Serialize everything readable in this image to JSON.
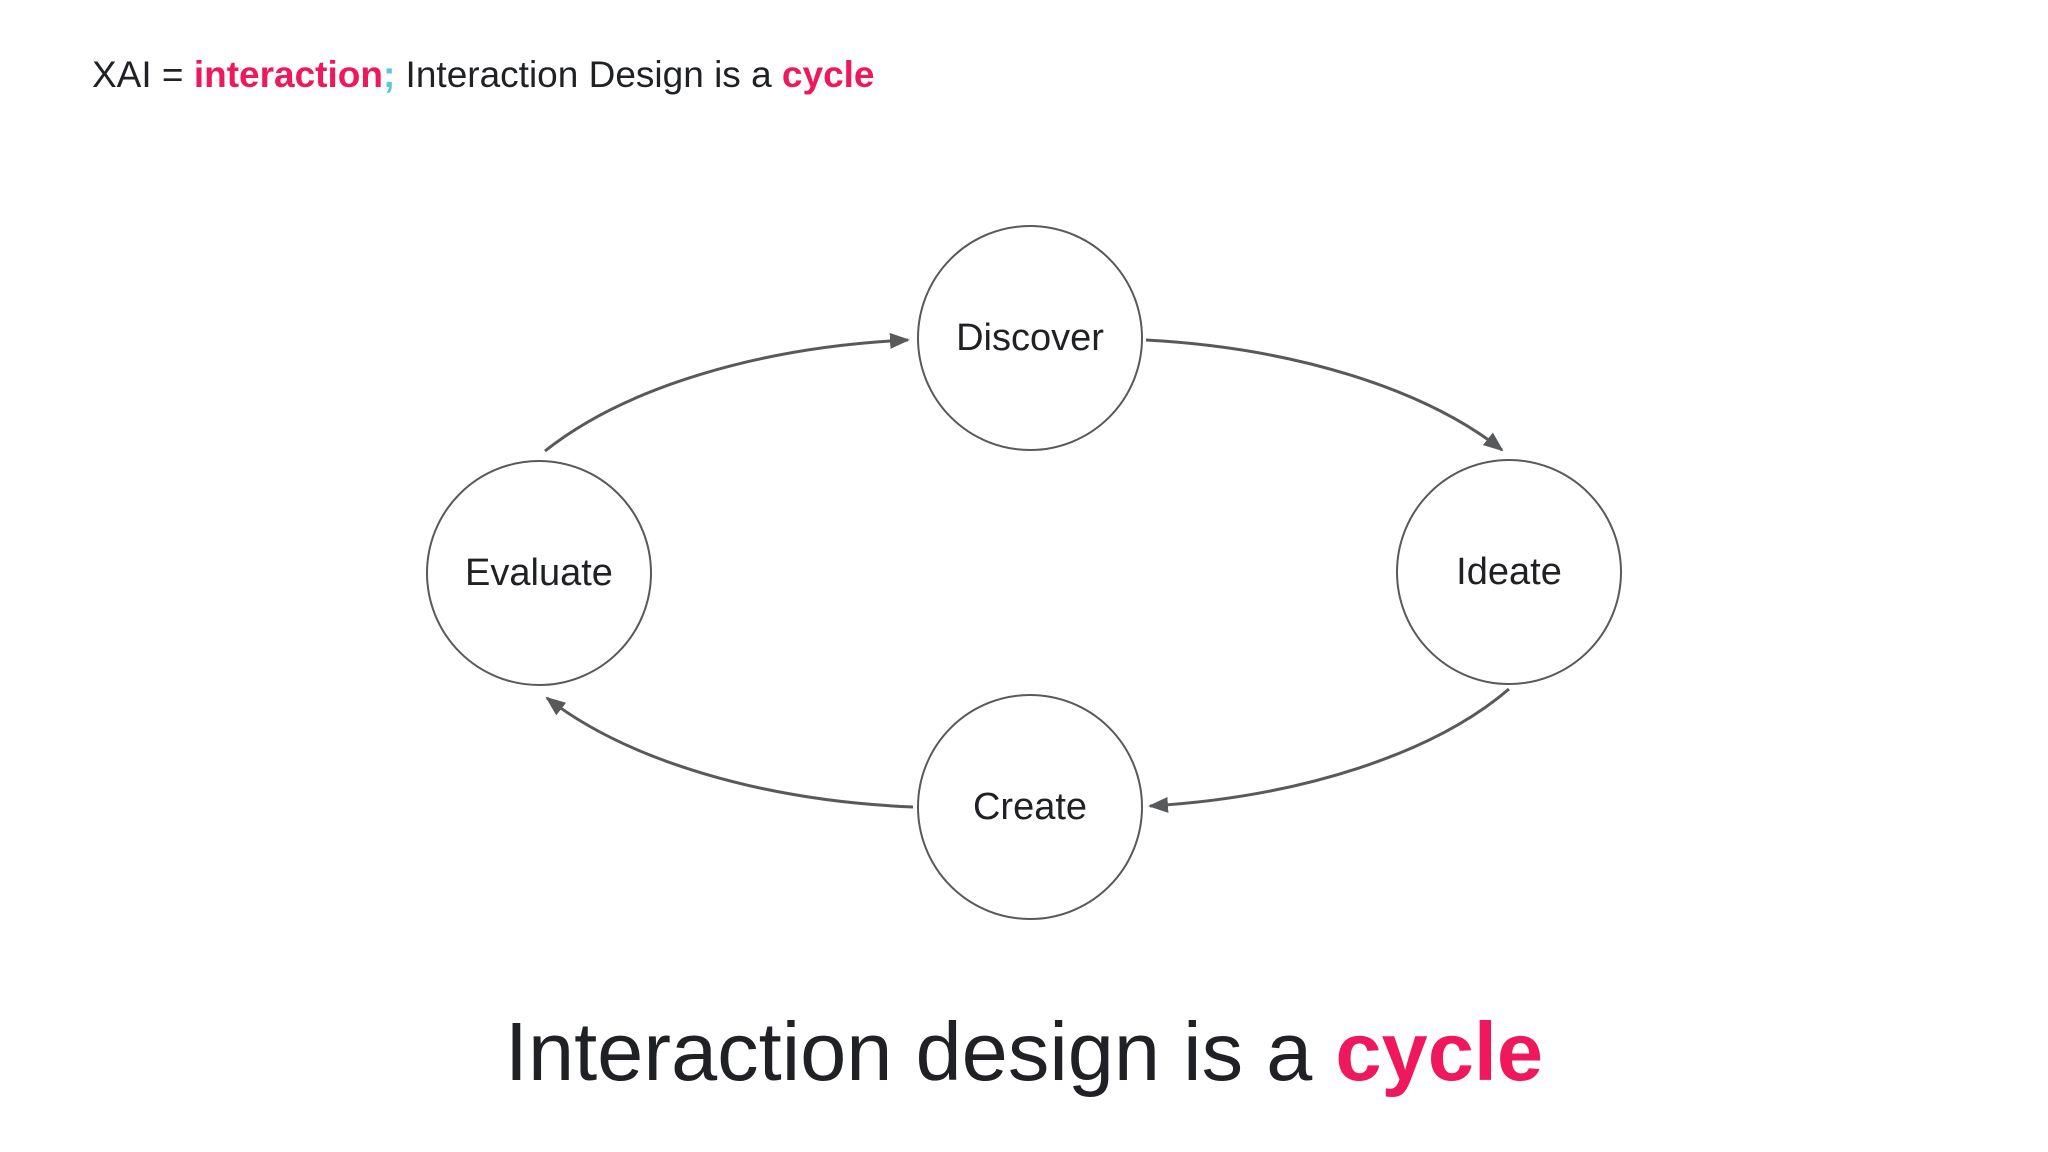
{
  "page": {
    "background": "#ffffff"
  },
  "colors": {
    "accent_pink": "#F0185C",
    "accent_teal": "#5BC8D9",
    "line_gray": "#58595B",
    "text_dark": "#1F2124"
  },
  "header": {
    "segments": [
      {
        "text": "XAI = ",
        "style": "plain"
      },
      {
        "text": "interaction",
        "style": "pink-bold"
      },
      {
        "text": ";",
        "style": "teal-bold"
      },
      {
        "text": " Interaction Design is a ",
        "style": "plain"
      },
      {
        "text": "cycle",
        "style": "pink-bold"
      }
    ]
  },
  "diagram": {
    "type": "cycle",
    "nodes": [
      {
        "id": "discover",
        "label": "Discover",
        "position": "top"
      },
      {
        "id": "ideate",
        "label": "Ideate",
        "position": "right"
      },
      {
        "id": "create",
        "label": "Create",
        "position": "bottom"
      },
      {
        "id": "evaluate",
        "label": "Evaluate",
        "position": "left"
      }
    ],
    "edges": [
      {
        "from": "evaluate",
        "to": "discover"
      },
      {
        "from": "discover",
        "to": "ideate"
      },
      {
        "from": "ideate",
        "to": "create"
      },
      {
        "from": "create",
        "to": "evaluate"
      }
    ]
  },
  "footer_heading": {
    "segments": [
      {
        "text": "Interaction design is a ",
        "style": "plain"
      },
      {
        "text": "cycle",
        "style": "pink-bold"
      }
    ]
  }
}
